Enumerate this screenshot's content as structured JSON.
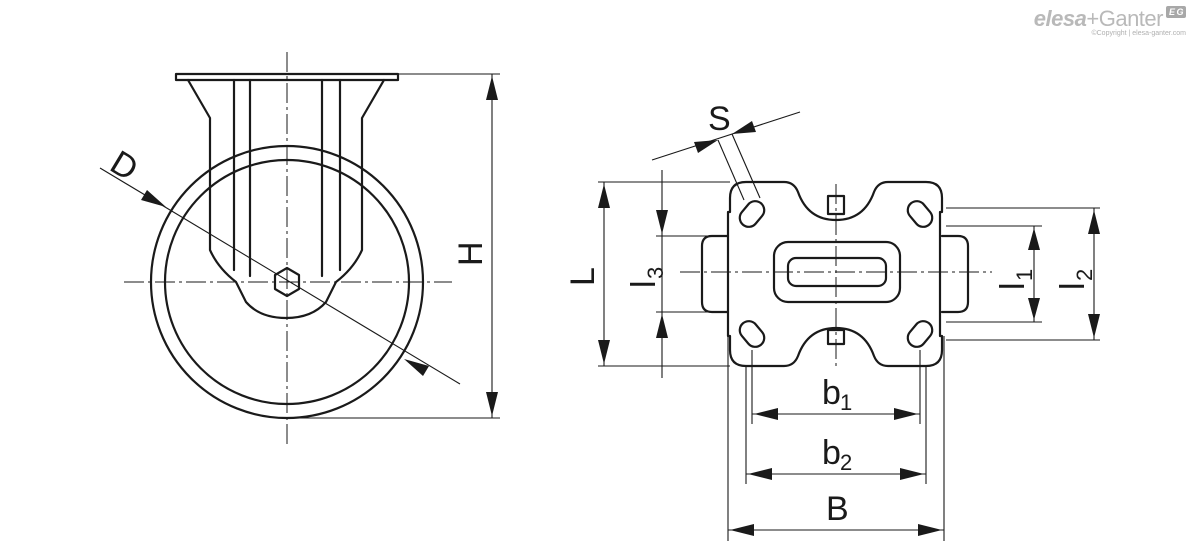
{
  "logo": {
    "brand_elesa": "elesa",
    "brand_plus": "+",
    "brand_ganter": "Ganter",
    "badge": "E G",
    "copyright": "©Copyright | elesa-ganter.com"
  },
  "labels": {
    "D": "D",
    "H": "H",
    "S": "S",
    "L": "L",
    "l3_main": "l",
    "l3_sub": "3",
    "l1_main": "l",
    "l1_sub": "1",
    "l2_main": "l",
    "l2_sub": "2",
    "b1_main": "b",
    "b1_sub": "1",
    "b2_main": "b",
    "b2_sub": "2",
    "B": "B"
  },
  "colors": {
    "line": "#1a1a1a",
    "logo": "#b9b9b9"
  }
}
